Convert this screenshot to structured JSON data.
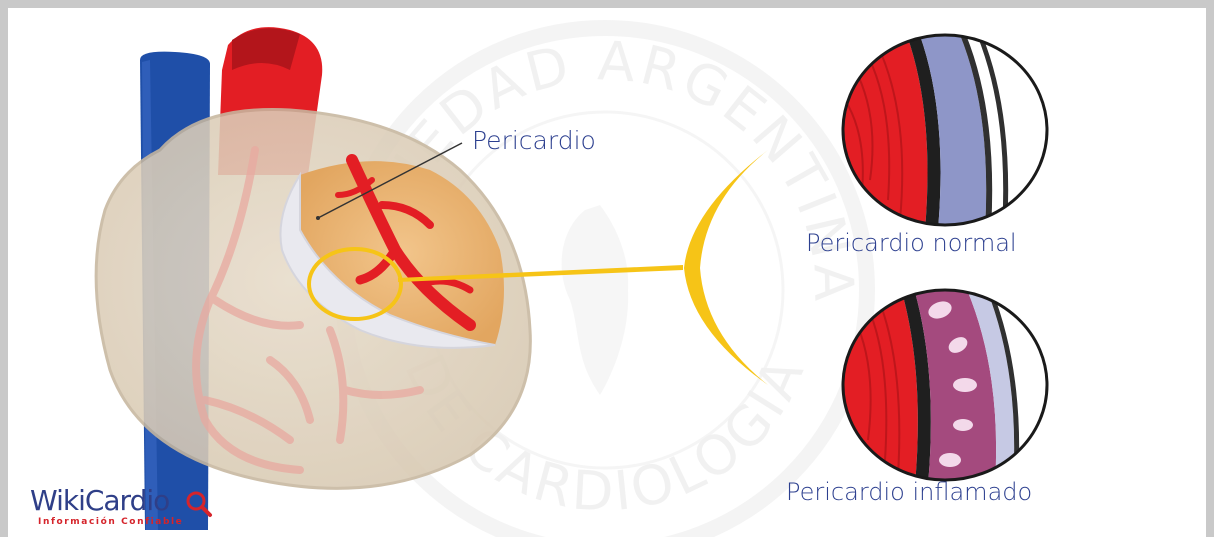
{
  "labels": {
    "pericardio": "Pericardio",
    "normal": "Pericardio normal",
    "inflamado": "Pericardio inflamado"
  },
  "watermark": {
    "top_text": "SOCIEDAD ARGENTINA",
    "bottom_text": "DE CARDIOLOGIA"
  },
  "logo": {
    "word": "WikiCardio",
    "tagline": "Información Confiable"
  },
  "colors": {
    "label_blue": "#2c3f8f",
    "vein_blue": "#1f4fa8",
    "artery_red": "#e31e24",
    "highlight_yellow": "#f6c417",
    "normal_layer": "#8e96c8",
    "inflamed_layer": "#a44a7e"
  },
  "icons": [
    "magnifier-icon"
  ]
}
